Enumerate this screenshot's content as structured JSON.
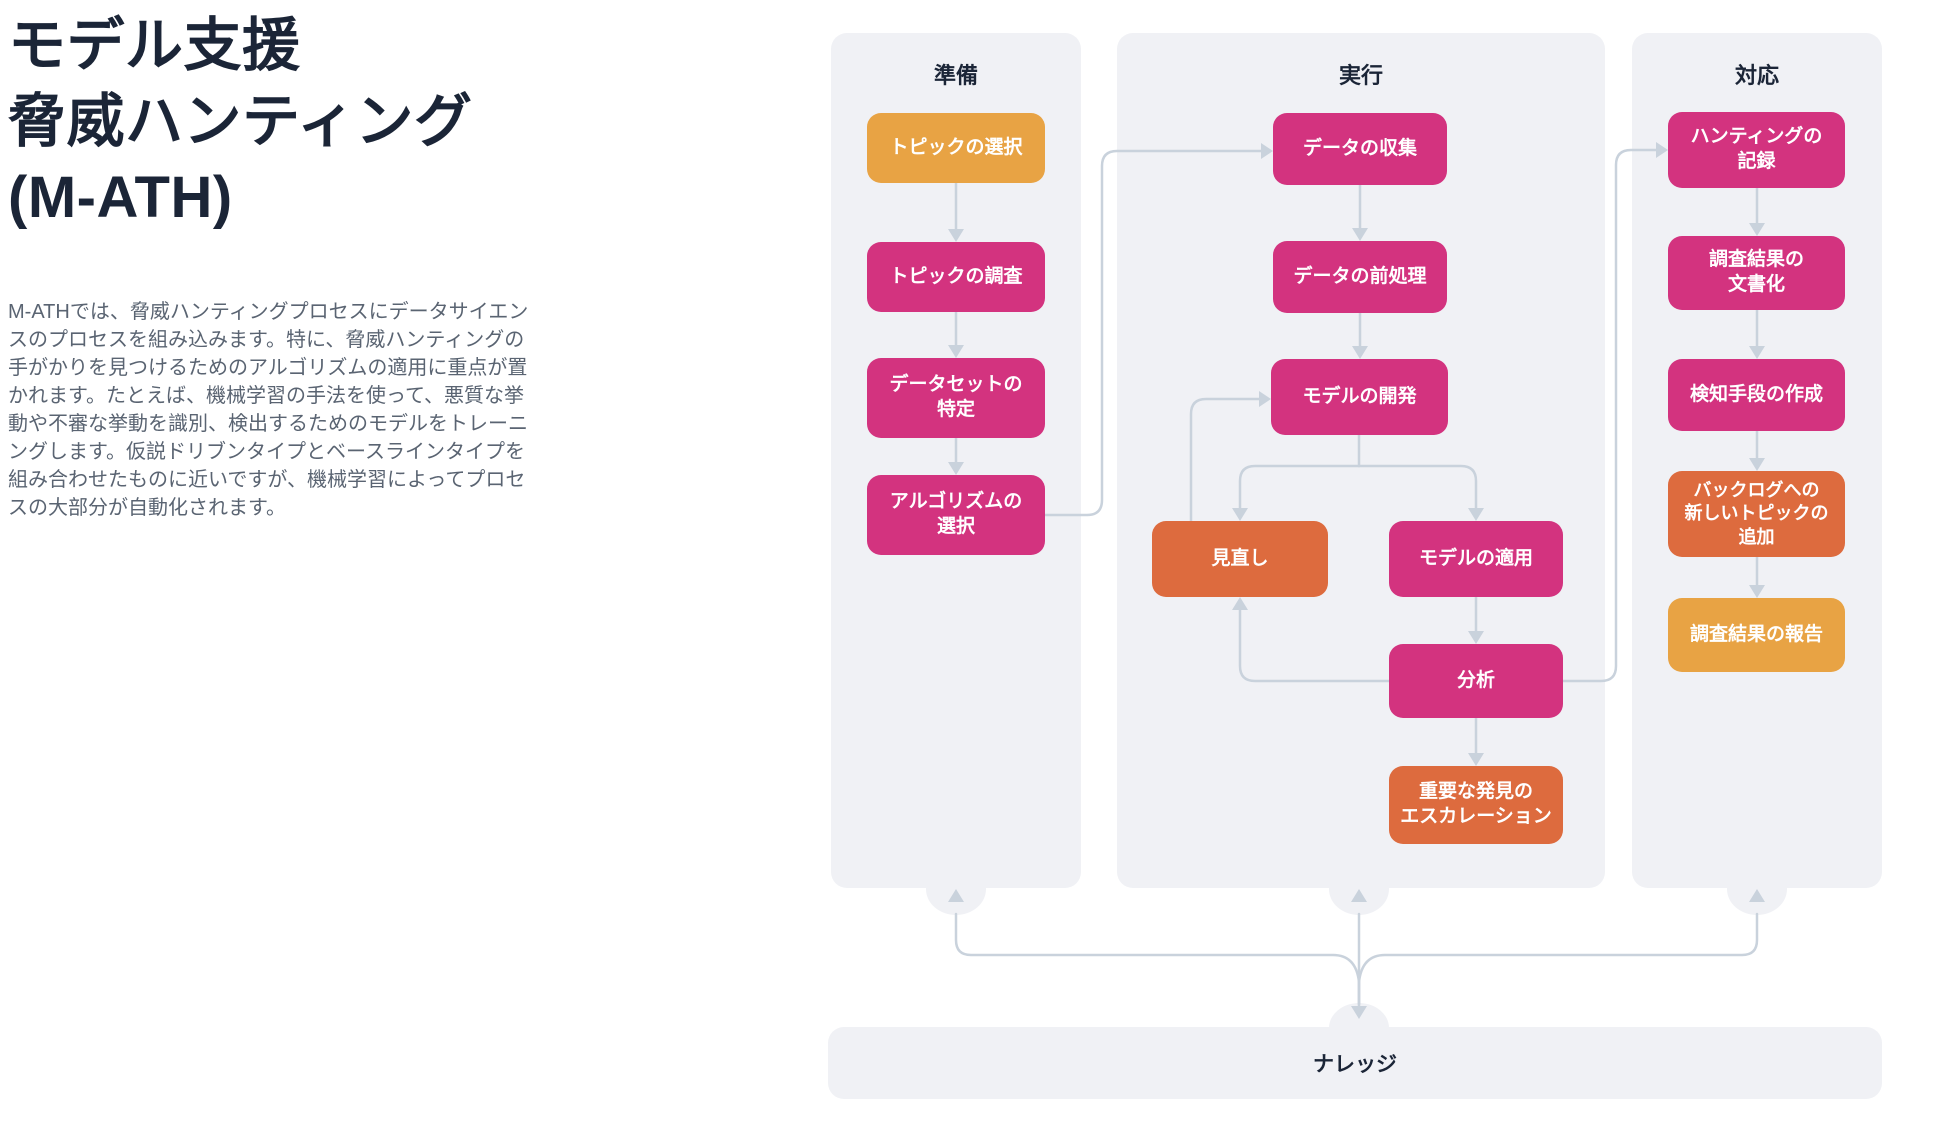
{
  "intro": {
    "title": "モデル支援\n脅威ハンティング\n(M-ATH)",
    "description": "M-ATHでは、脅威ハンティングプロセスにデータサイエンスのプロセスを組み込みます。特に、脅威ハンティングの手がかりを見つけるためのアルゴリズムの適用に重点が置かれます。たとえば、機械学習の手法を使って、悪質な挙動や不審な挙動を識別、検出するためのモデルをトレーニングします。仮説ドリブンタイプとベースラインタイプを組み合わせたものに近いですが、機械学習によってプロセスの大部分が自動化されます。"
  },
  "colors": {
    "pink": "#D3337F",
    "orange": "#DD6B3E",
    "amber": "#E8A344",
    "panel_bg": "#F0F1F5",
    "connector": "#C9D2DC",
    "heading_text": "#1B2537",
    "body_text": "#5A6472"
  },
  "flowchart": {
    "columns": [
      {
        "label": "準備",
        "boxes": [
          {
            "label": "トピックの選択",
            "color": "amber"
          },
          {
            "label": "トピックの調査",
            "color": "pink"
          },
          {
            "label": "データセットの\n特定",
            "color": "pink"
          },
          {
            "label": "アルゴリズムの\n選択",
            "color": "pink"
          }
        ]
      },
      {
        "label": "実行",
        "boxes": [
          {
            "label": "データの収集",
            "color": "pink"
          },
          {
            "label": "データの前処理",
            "color": "pink"
          },
          {
            "label": "モデルの開発",
            "color": "pink"
          },
          {
            "label": "見直し",
            "color": "orange"
          },
          {
            "label": "モデルの適用",
            "color": "pink"
          },
          {
            "label": "分析",
            "color": "pink"
          },
          {
            "label": "重要な発見の\nエスカレーション",
            "color": "orange"
          }
        ]
      },
      {
        "label": "対応",
        "boxes": [
          {
            "label": "ハンティングの\n記録",
            "color": "pink"
          },
          {
            "label": "調査結果の\n文書化",
            "color": "pink"
          },
          {
            "label": "検知手段の作成",
            "color": "pink"
          },
          {
            "label": "バックログへの\n新しいトピックの\n追加",
            "color": "orange"
          },
          {
            "label": "調査結果の報告",
            "color": "amber"
          }
        ]
      }
    ],
    "knowledge_label": "ナレッジ"
  }
}
